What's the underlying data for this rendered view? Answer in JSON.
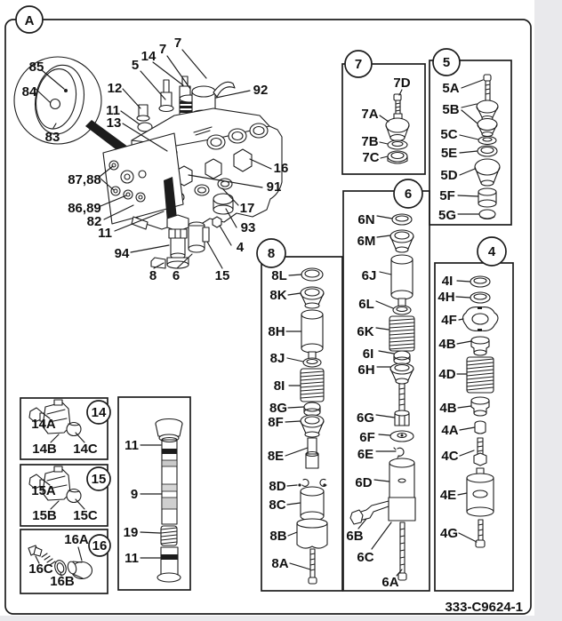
{
  "page": {
    "sheet_label": "A",
    "drawing_number": "333-C9624-1"
  },
  "main": {
    "detail": {
      "d85": "85",
      "d84": "84",
      "d83": "83"
    },
    "callouts": {
      "k5": "5",
      "k14": "14",
      "k7a": "7",
      "k7b": "7",
      "k12": "12",
      "k11a": "11",
      "k13": "13",
      "k92": "92",
      "k16": "16",
      "k91": "91",
      "k17": "17",
      "k93": "93",
      "k4": "4",
      "k94": "94",
      "k8": "8",
      "k6": "6",
      "k15": "15",
      "k8788": "87,88",
      "k8689": "86,89",
      "k82": "82",
      "k11b": "11"
    }
  },
  "box7": {
    "ref": "7",
    "p_d": "7D",
    "p_a": "7A",
    "p_b": "7B",
    "p_c": "7C"
  },
  "box5": {
    "ref": "5",
    "p_a": "5A",
    "p_b": "5B",
    "p_c": "5C",
    "p_e": "5E",
    "p_d": "5D",
    "p_f": "5F",
    "p_g": "5G"
  },
  "box6": {
    "ref": "6",
    "p_n": "6N",
    "p_m": "6M",
    "p_j": "6J",
    "p_l": "6L",
    "p_k": "6K",
    "p_i": "6I",
    "p_h": "6H",
    "p_g": "6G",
    "p_f": "6F",
    "p_e": "6E",
    "p_d": "6D",
    "p_b": "6B",
    "p_c": "6C",
    "p_a": "6A"
  },
  "box8": {
    "ref": "8",
    "p_l": "8L",
    "p_k": "8K",
    "p_h": "8H",
    "p_j": "8J",
    "p_i": "8I",
    "p_g": "8G",
    "p_f": "8F",
    "p_e": "8E",
    "p_d": "8D",
    "p_c": "8C",
    "p_b": "8B",
    "p_a": "8A"
  },
  "box4": {
    "ref": "4",
    "p_i": "4I",
    "p_h": "4H",
    "p_f": "4F",
    "p_b1": "4B",
    "p_d": "4D",
    "p_b2": "4B",
    "p_a": "4A",
    "p_c": "4C",
    "p_e": "4E",
    "p_g": "4G"
  },
  "box14": {
    "ref": "14",
    "p_a": "14A",
    "p_b": "14B",
    "p_c": "14C"
  },
  "box15": {
    "ref": "15",
    "p_a": "15A",
    "p_b": "15B",
    "p_c": "15C"
  },
  "box16": {
    "ref": "16",
    "p_a": "16A",
    "p_b": "16B",
    "p_c": "16C"
  },
  "spool": {
    "p_seal_top": "11",
    "p_spool": "9",
    "p_spring": "19",
    "p_seal_bottom": "11"
  }
}
